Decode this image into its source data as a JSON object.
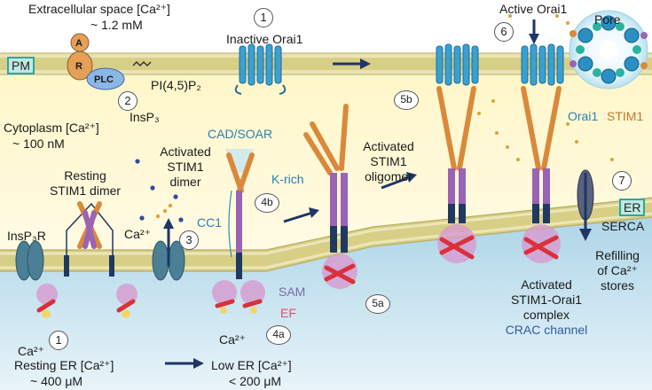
{
  "labels": {
    "extracellular_line1": "Extracellular space [Ca²⁺]",
    "extracellular_line2": "~ 1.2 mM",
    "pm": "PM",
    "er": "ER",
    "inactive_orai1": "Inactive Orai1",
    "active_orai1": "Active Orai1",
    "pore": "Pore",
    "orai1": "Orai1",
    "stim1": "STIM1",
    "pip2": "PI(4,5)P₂",
    "insp3": "InsP₃",
    "plc": "PLC",
    "receptor_a": "A",
    "receptor_r": "R",
    "cytoplasm_line1": "Cytoplasm [Ca²⁺]",
    "cytoplasm_line2": "~ 100 nM",
    "resting_line1": "Resting",
    "resting_line2": "STIM1 dimer",
    "activated_dimer_line1": "Activated",
    "activated_dimer_line2": "STIM1",
    "activated_dimer_line3": "dimer",
    "cad_soar": "CAD/SOAR",
    "k_rich": "K-rich",
    "cc1": "CC1",
    "activated_oligomer_line1": "Activated",
    "activated_oligomer_line2": "STIM1",
    "activated_oligomer_line3": "oligomer",
    "insp3r": "InsP₃R",
    "ca_ion_1": "Ca²⁺",
    "ca_ion_2": "Ca²⁺",
    "ca_ion_3": "Ca²⁺",
    "sam": "SAM",
    "ef": "EF",
    "serca": "SERCA",
    "refill_line1": "Refilling",
    "refill_line2": "of Ca²⁺",
    "refill_line3": "stores",
    "complex_line1": "Activated",
    "complex_line2": "STIM1-Orai1",
    "complex_line3": "complex",
    "crac": "CRAC channel",
    "resting_er_line1": "Resting ER [Ca²⁺]",
    "resting_er_line2": "~ 400 μM",
    "low_er_line1": "Low ER [Ca²⁺]",
    "low_er_line2": "< 200 μM"
  },
  "steps": [
    "1",
    "2",
    "3",
    "4b",
    "4a",
    "5a",
    "5b",
    "6",
    "7",
    "1"
  ],
  "colors": {
    "membrane": "#d8cf86",
    "membrane_head": "#e9e3b4",
    "cytoplasm": "#fdf6cf",
    "er_lumen": "#b9dbe9",
    "orai1": "#3aa0cf",
    "stim1_orange": "#d9893b",
    "stim1_purple": "#9a63b3",
    "stim1_navy": "#1f3a5e",
    "ef_red": "#d9313b",
    "sam_pink": "#d79ad0",
    "arrow": "#1e3566",
    "calcium_dot": "#d9a43a",
    "insp3_dot": "#2c4ea0"
  }
}
